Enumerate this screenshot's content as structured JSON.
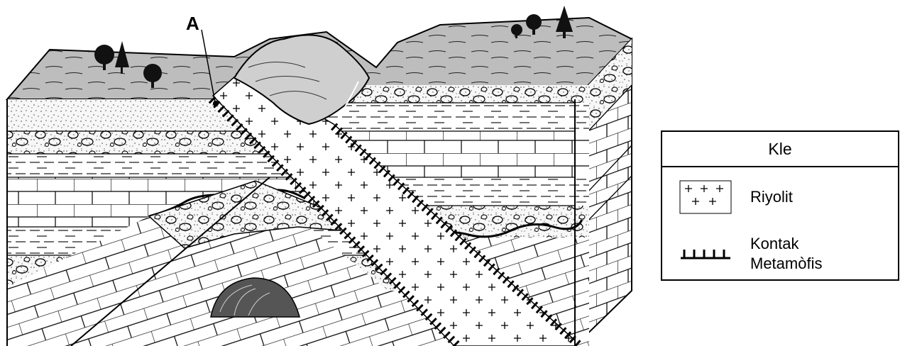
{
  "point_label": "A",
  "legend": {
    "title": "Kle",
    "items": [
      {
        "label": "Riyolit",
        "symbol": "riyolit-swatch"
      },
      {
        "label_line1": "Kontak",
        "label_line2": "Metamòfis",
        "symbol": "contact-metamorphism-swatch"
      }
    ]
  }
}
